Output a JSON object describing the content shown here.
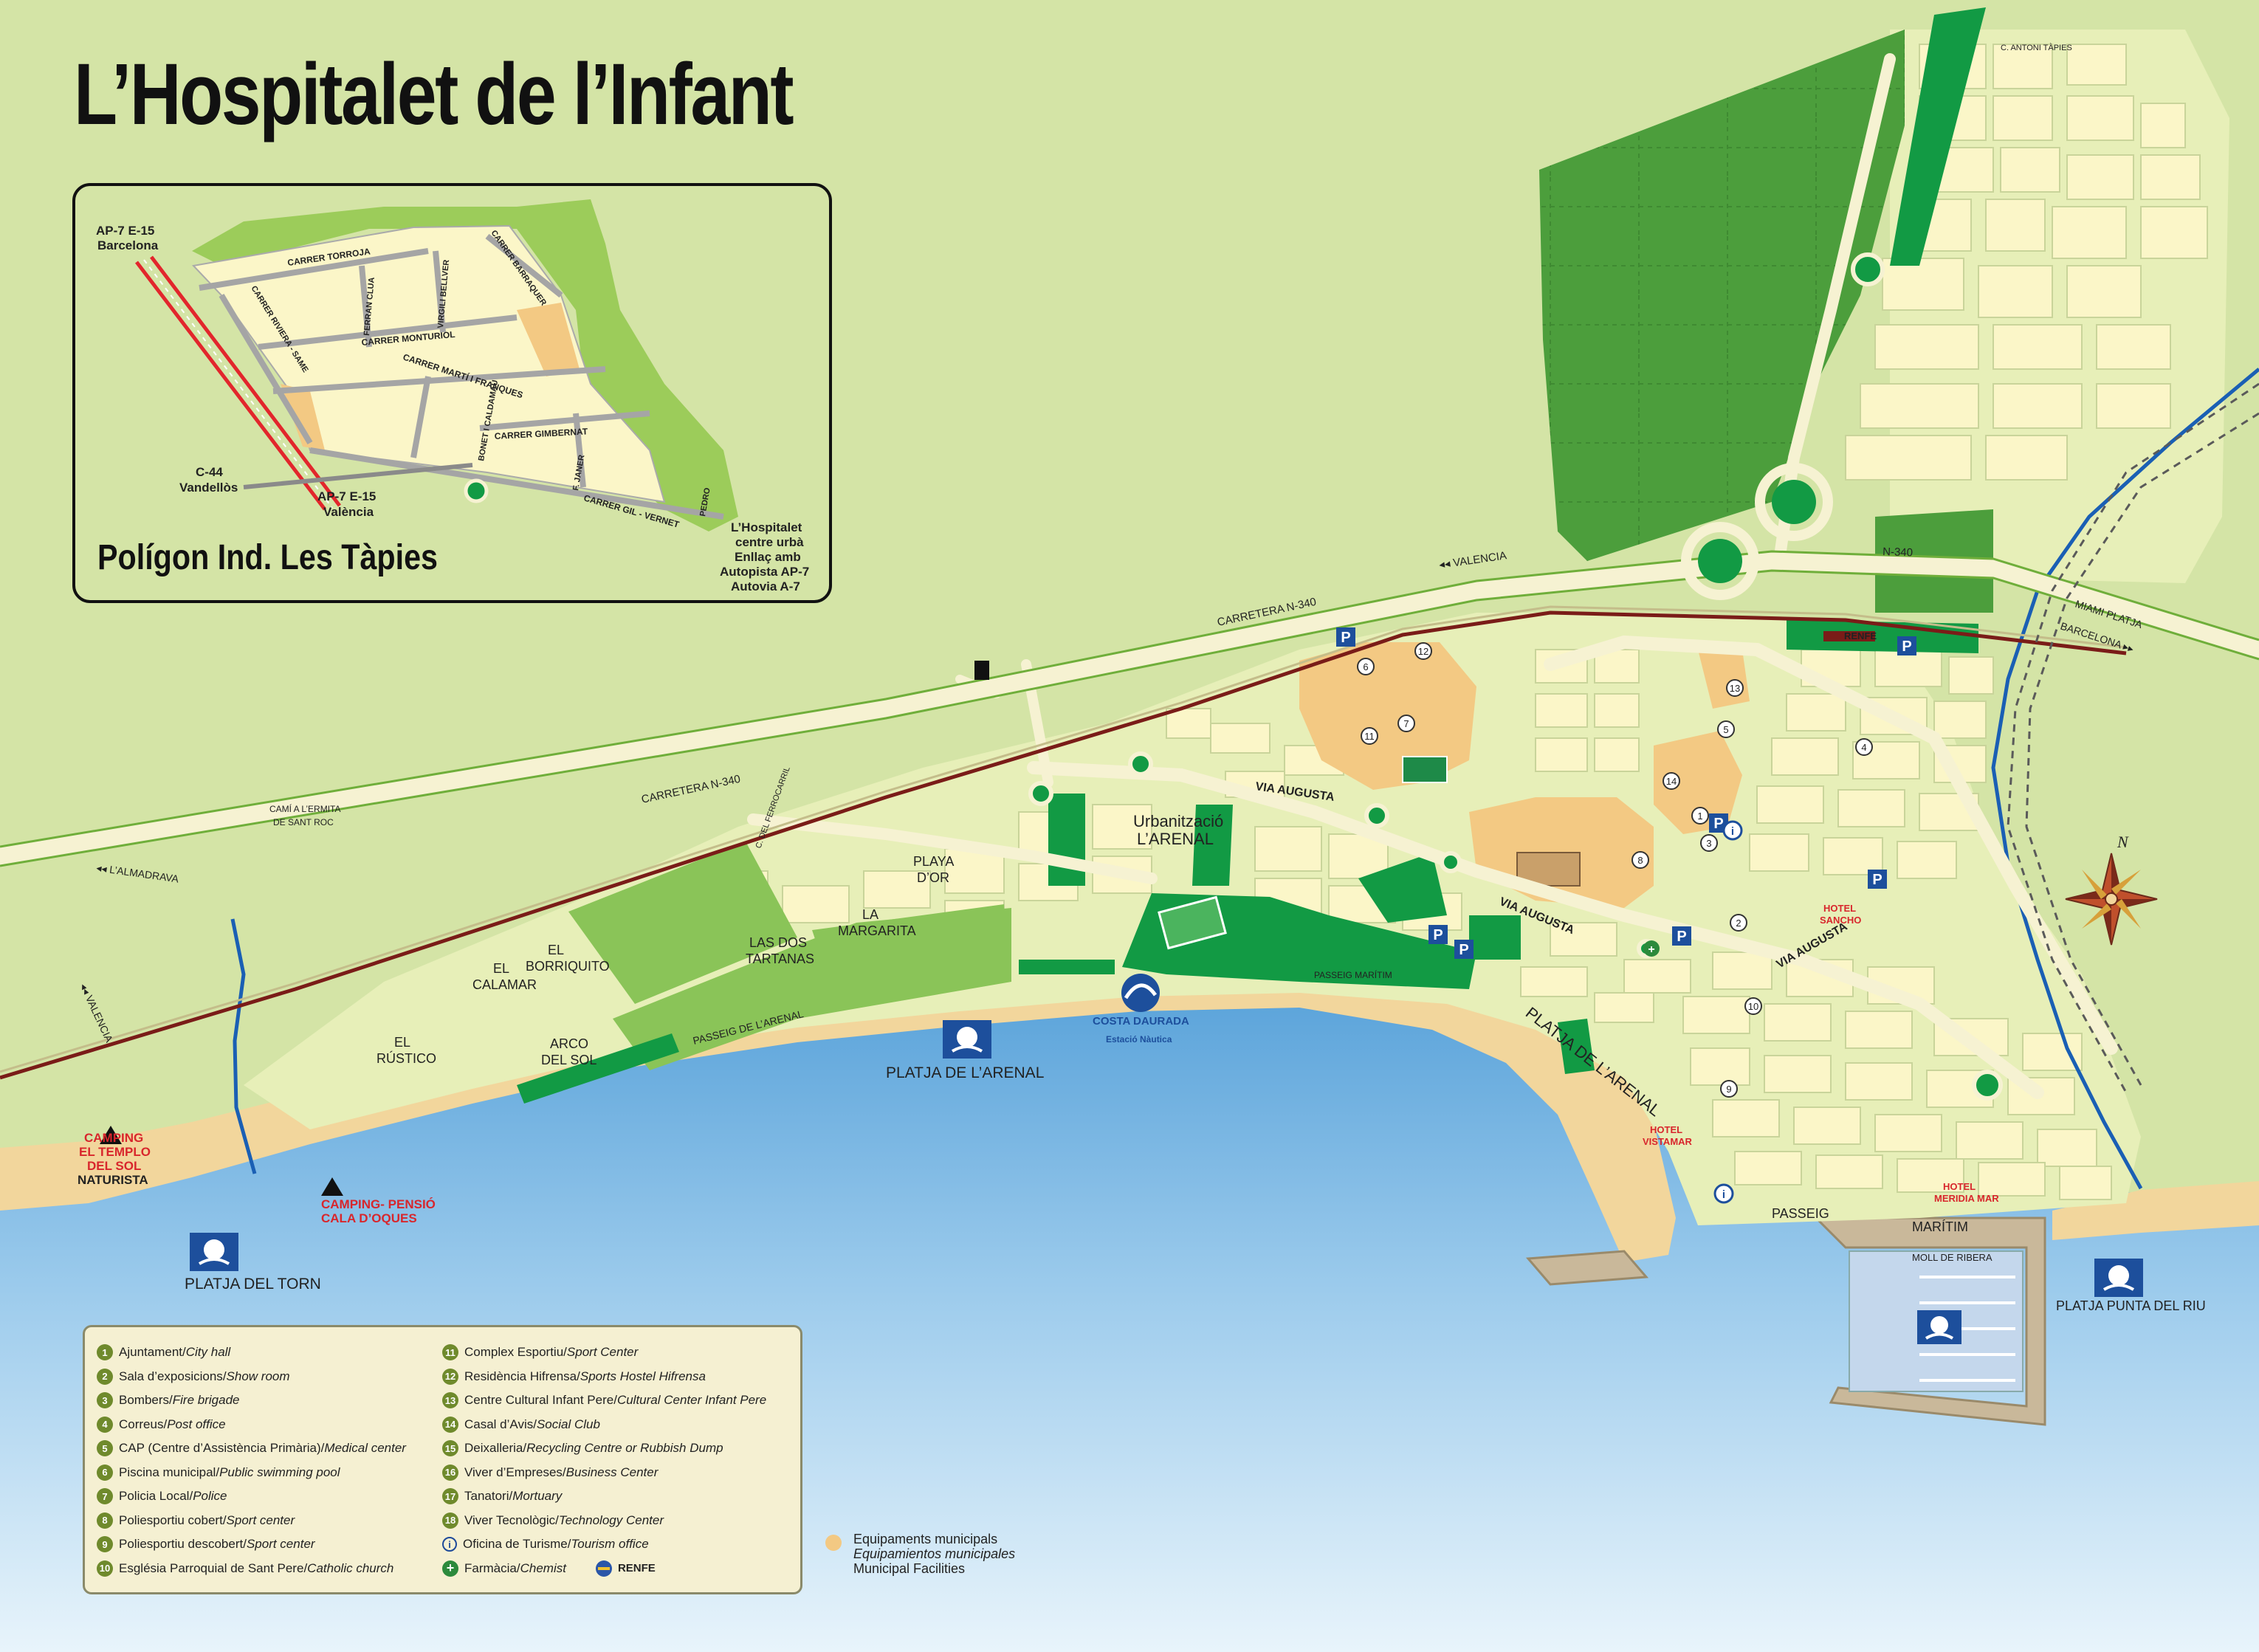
{
  "title": "L’Hospitalet de l’Infant",
  "colors": {
    "land": "#d4e4a6",
    "urban_block": "#fbf6c8",
    "park_green": "#129a44",
    "field_green": "#8ac458",
    "sea_light": "#cfe6f5",
    "sea_dark": "#6aaede",
    "sand": "#f2d69c",
    "equipment": "#f3c983",
    "railway": "#7a1c18",
    "motorway_red": "#e2262c",
    "river": "#1a5fb4",
    "text_red": "#d8262c"
  },
  "inset": {
    "title": "Polígon Ind. Les Tàpies",
    "labels": {
      "ap7_barcelona_1": "AP-7  E-15",
      "ap7_barcelona_2": "Barcelona",
      "c44_1": "C-44",
      "c44_2": "Vandellòs",
      "ap7_valencia_1": "AP-7  E-15",
      "ap7_valencia_2": "València",
      "link_1": "L’Hospitalet",
      "link_2": "centre urbà",
      "link_3": "Enllaç amb",
      "link_4": "Autopista AP-7",
      "link_5": "Autovia A-7"
    },
    "streets": {
      "torroja": "CARRER TORROJA",
      "riviera": "CARRER RIVIERA - SAME",
      "ferran": "FERRAN CLUA",
      "virgili": "VIRGILI BELLVER",
      "barraquer": "CARRER BARRAQUER",
      "monturiol": "CARRER MONTURIOL",
      "marti": "CARRER MARTÍ I FRANQUES",
      "gimbernat": "CARRER GIMBERNAT",
      "bonet": "BONET I CALDAMAU",
      "fjaner": "F. JANER",
      "gil": "CARRER GIL - VERNET",
      "pedro": "PEDRO"
    }
  },
  "roads": {
    "n340_a": "CARRETERA  N-340",
    "n340_b": "CARRETERA  N-340",
    "n340_c": "N-340",
    "valencia_top": "◂◂ VALENCIA",
    "valencia_left": "◂◂ VALENCIA",
    "almadrava": "◂◂ L’ALMADRAVA",
    "ermita_1": "CAMÍ A L’ERMITA",
    "ermita_2": "DE SANT ROC",
    "barcelona_1": "MIAMI PLATJA",
    "barcelona_2": "BARCELONA ▸▸",
    "via_augusta_1": "VIA  AUGUSTA",
    "via_augusta_2": "VIA  AUGUSTA",
    "via_augusta_3": "VIA  AUGUSTA",
    "passeig_maritim": "PASSEIG  MARÍTIM",
    "passeig_arenal": "PASSEIG  DE  L’ARENAL",
    "platja_arenal": "PLATJA  DE  L’ARENAL",
    "passeig_bottom": "PASSEIG",
    "maritim_bottom": "MARÍTIM",
    "moll": "MOLL DE RIBERA",
    "antoni_tapies": "C. ANTONI TÀPIES",
    "ferrocarril": "C. DEL FERROCARRIL"
  },
  "areas": {
    "urbanitzacio_1": "Urbanització",
    "urbanitzacio_2": "L’ARENAL",
    "playa_dor_1": "PLAYA",
    "playa_dor_2": "D’OR",
    "la_margarita_1": "LA",
    "la_margarita_2": "MARGARITA",
    "las_dos_tartanas_1": "LAS DOS",
    "las_dos_tartanas_2": "TARTANAS",
    "el_borriquito_1": "EL",
    "el_borriquito_2": "BORRIQUITO",
    "el_calamar_1": "EL",
    "el_calamar_2": "CALAMAR",
    "el_rustico_1": "EL",
    "el_rustico_2": "RÚSTICO",
    "arco_del_sol_1": "ARCO",
    "arco_del_sol_2": "DEL SOL",
    "costa_daurada": "COSTA DAURADA",
    "estacio_nautica": "Estació Nàutica",
    "renfe_label": "RENFE"
  },
  "beaches": [
    {
      "name": "PLATJA DE L’ARENAL"
    },
    {
      "name": "PLATJA DEL TORN"
    },
    {
      "name": "PLATJA PUNTA DEL RIU"
    }
  ],
  "campings": [
    {
      "line1": "CAMPING",
      "line2": "EL TEMPLO",
      "line3": "DEL SOL",
      "line4": "NATURISTA"
    },
    {
      "line1": "CAMPING- PENSIÓ",
      "line2": "CALA D’OQUES"
    }
  ],
  "hotels": [
    {
      "line1": "HOTEL",
      "line2": "SANCHO"
    },
    {
      "line1": "HOTEL",
      "line2": "VISTAMAR"
    },
    {
      "line1": "HOTEL",
      "line2": "MERIDIA MAR"
    }
  ],
  "legend": {
    "col1": [
      {
        "num": "1",
        "ca": "Ajuntament",
        "en": "City hall"
      },
      {
        "num": "2",
        "ca": "Sala d’exposicions",
        "en": "Show room"
      },
      {
        "num": "3",
        "ca": "Bombers",
        "en": "Fire brigade"
      },
      {
        "num": "4",
        "ca": "Correus",
        "en": "Post office"
      },
      {
        "num": "5",
        "ca": "CAP (Centre d’Assistència Primària)",
        "en": "Medical center"
      },
      {
        "num": "6",
        "ca": "Piscina municipal",
        "en": "Public swimming pool"
      },
      {
        "num": "7",
        "ca": "Policia Local",
        "en": "Police"
      },
      {
        "num": "8",
        "ca": "Poliesportiu cobert",
        "en": "Sport center"
      },
      {
        "num": "9",
        "ca": "Poliesportiu descobert",
        "en": "Sport center"
      },
      {
        "num": "10",
        "ca": "Església Parroquial de Sant Pere",
        "en": "Catholic church"
      }
    ],
    "col2": [
      {
        "num": "11",
        "ca": "Complex Esportiu",
        "en": "Sport Center"
      },
      {
        "num": "12",
        "ca": "Residència Hifrensa",
        "en": "Sports Hostel Hifrensa"
      },
      {
        "num": "13",
        "ca": "Centre Cultural Infant Pere",
        "en": "Cultural Center Infant Pere"
      },
      {
        "num": "14",
        "ca": "Casal d’Avis",
        "en": "Social Club"
      },
      {
        "num": "15",
        "ca": "Deixalleria",
        "en": "Recycling Centre or Rubbish Dump"
      },
      {
        "num": "16",
        "ca": "Viver d’Empreses",
        "en": "Business Center"
      },
      {
        "num": "17",
        "ca": "Tanatori",
        "en": "Mortuary"
      },
      {
        "num": "18",
        "ca": "Viver Tecnològic",
        "en": "Technology Center"
      }
    ],
    "tourism": {
      "ca": "Oficina de Turisme",
      "en": "Tourism office"
    },
    "chemist": {
      "ca": "Farmàcia",
      "en": "Chemist"
    },
    "renfe": "RENFE",
    "sep": " / "
  },
  "equipment": {
    "line1": "Equipaments municipals",
    "line2": "Equipamientos municipales",
    "line3": "Municipal Facilities"
  },
  "compass": {
    "north": "N"
  }
}
